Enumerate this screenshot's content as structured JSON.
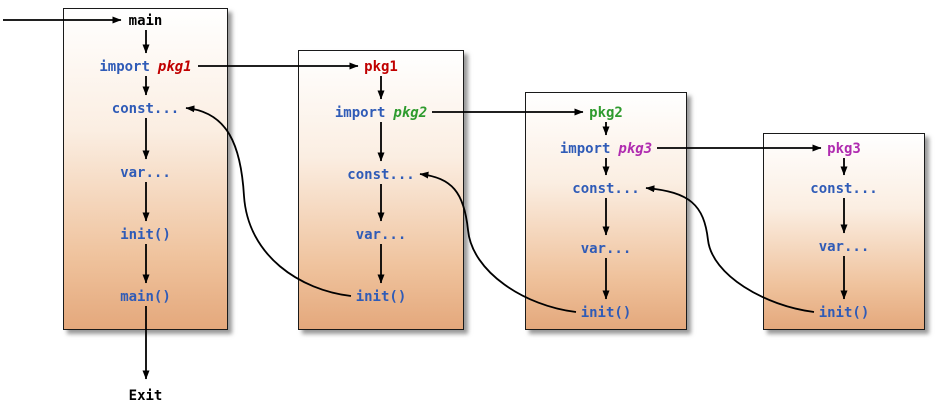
{
  "diagram": {
    "title_semantic": "Go program initialization order",
    "exit_label": "Exit",
    "colors": {
      "item_blue": "#2f5bb7",
      "pkg1_red": "#c00000",
      "pkg2_green": "#2e9b2e",
      "pkg3_magenta": "#b02cb0",
      "box_gradient_top": "#ffffff",
      "box_gradient_bottom": "#e4a87c",
      "arrow_black": "#000000"
    },
    "boxes": [
      {
        "id": "main",
        "title": "main",
        "items": {
          "import_keyword": "import",
          "import_arg": "pkg1",
          "const": "const...",
          "var": "var...",
          "init": "init()",
          "main_call": "main()"
        }
      },
      {
        "id": "pkg1",
        "title": "pkg1",
        "items": {
          "import_keyword": "import",
          "import_arg": "pkg2",
          "const": "const...",
          "var": "var...",
          "init": "init()"
        }
      },
      {
        "id": "pkg2",
        "title": "pkg2",
        "items": {
          "import_keyword": "import",
          "import_arg": "pkg3",
          "const": "const...",
          "var": "var...",
          "init": "init()"
        }
      },
      {
        "id": "pkg3",
        "title": "pkg3",
        "items": {
          "const": "const...",
          "var": "var...",
          "init": "init()"
        }
      }
    ],
    "edges": [
      {
        "from": "entry",
        "to": "main.main"
      },
      {
        "from": "main.main",
        "to": "main.import pkg1"
      },
      {
        "from": "main.import pkg1",
        "to": "pkg1"
      },
      {
        "from": "pkg1.init()",
        "to": "main.const..."
      },
      {
        "from": "main.const...",
        "to": "main.var..."
      },
      {
        "from": "main.var...",
        "to": "main.init()"
      },
      {
        "from": "main.init()",
        "to": "main.main()"
      },
      {
        "from": "main.main()",
        "to": "Exit"
      },
      {
        "from": "pkg1.pkg1",
        "to": "pkg1.import pkg2"
      },
      {
        "from": "pkg1.import pkg2",
        "to": "pkg2"
      },
      {
        "from": "pkg2.init()",
        "to": "pkg1.const..."
      },
      {
        "from": "pkg1.const...",
        "to": "pkg1.var..."
      },
      {
        "from": "pkg1.var...",
        "to": "pkg1.init()"
      },
      {
        "from": "pkg2.pkg2",
        "to": "pkg2.import pkg3"
      },
      {
        "from": "pkg2.import pkg3",
        "to": "pkg3"
      },
      {
        "from": "pkg3.init()",
        "to": "pkg2.const..."
      },
      {
        "from": "pkg2.const...",
        "to": "pkg2.var..."
      },
      {
        "from": "pkg2.var...",
        "to": "pkg2.init()"
      },
      {
        "from": "pkg3.pkg3",
        "to": "pkg3.const..."
      },
      {
        "from": "pkg3.const...",
        "to": "pkg3.var..."
      },
      {
        "from": "pkg3.var...",
        "to": "pkg3.init()"
      }
    ]
  }
}
